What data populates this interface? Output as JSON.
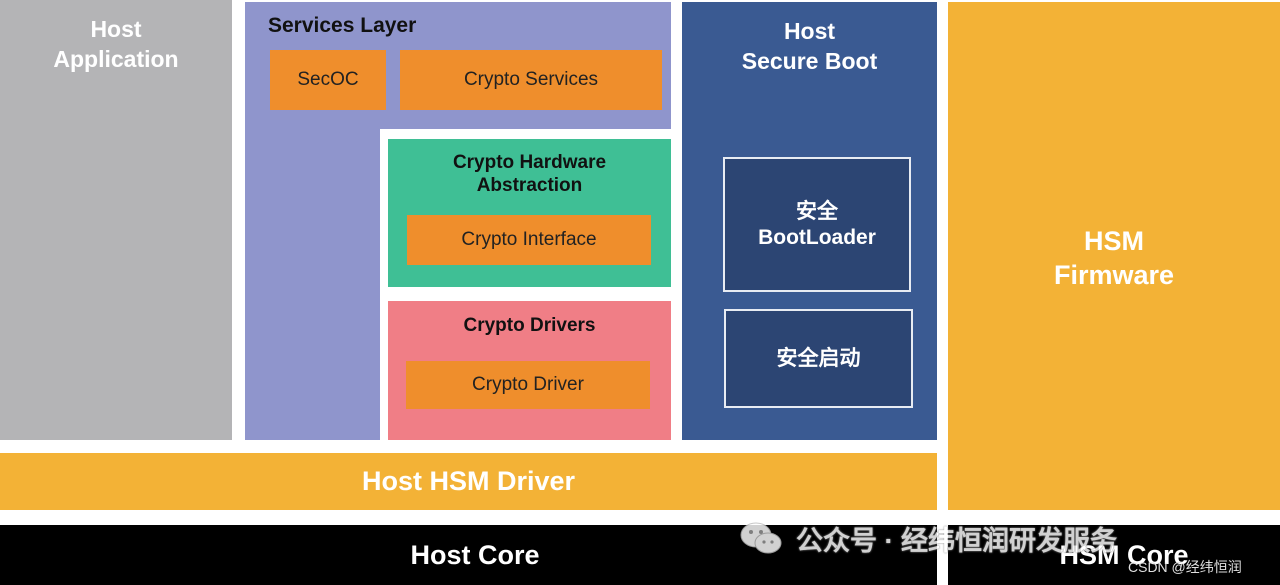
{
  "host_application": {
    "line1": "Host",
    "line2": "Application"
  },
  "services_layer": {
    "title": "Services Layer",
    "secoc": "SecOC",
    "crypto_services": "Crypto Services"
  },
  "crypto_hw_abstraction": {
    "line1": "Crypto Hardware",
    "line2": "Abstraction",
    "interface": "Crypto Interface"
  },
  "crypto_drivers": {
    "title": "Crypto Drivers",
    "driver": "Crypto Driver"
  },
  "host_secure_boot": {
    "line1": "Host",
    "line2": "Secure Boot",
    "bootloader_line1": "安全",
    "bootloader_line2": "BootLoader",
    "secure_start": "安全启动"
  },
  "hsm_firmware": {
    "line1": "HSM",
    "line2": "Firmware"
  },
  "host_hsm_driver": "Host HSM Driver",
  "host_core": "Host Core",
  "hsm_core": "HSM Core",
  "watermark": {
    "text": "公众号 · 经纬恒润研发服务",
    "csdn": "CSDN @经纬恒润"
  },
  "colors": {
    "gray": "#b4b4b6",
    "purple": "#8f95cc",
    "teal": "#3fbf95",
    "pink": "#f07e86",
    "blue": "#3a5a92",
    "gold": "#f3b236",
    "orange": "#ef8e2c",
    "black": "#000000"
  }
}
